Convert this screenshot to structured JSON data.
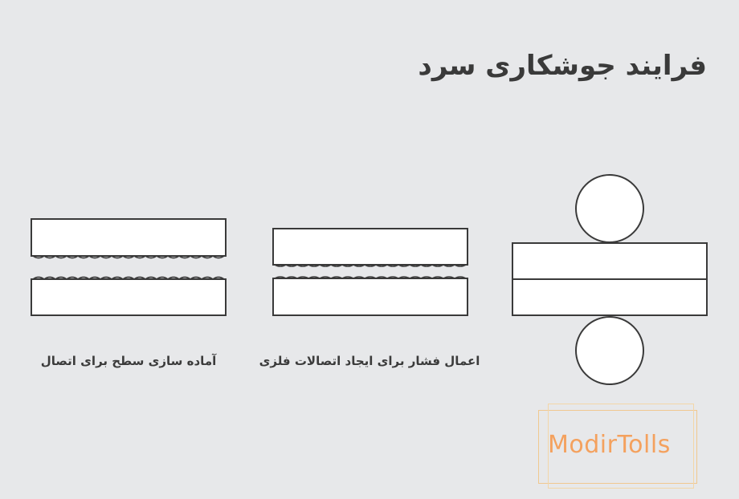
{
  "title": "فرایند جوشکاری سرد",
  "stages": [
    {
      "caption": "آماده سازی سطح برای اتصال"
    },
    {
      "caption": "اعمال فشار برای ایجاد اتصالات فلزی"
    },
    {
      "caption": ""
    }
  ],
  "watermark": {
    "text": "ModirTolls"
  },
  "colors": {
    "background": "#e7e8ea",
    "stroke": "#3a3a3a",
    "fill": "#ffffff",
    "watermark": "#f4a15e"
  }
}
